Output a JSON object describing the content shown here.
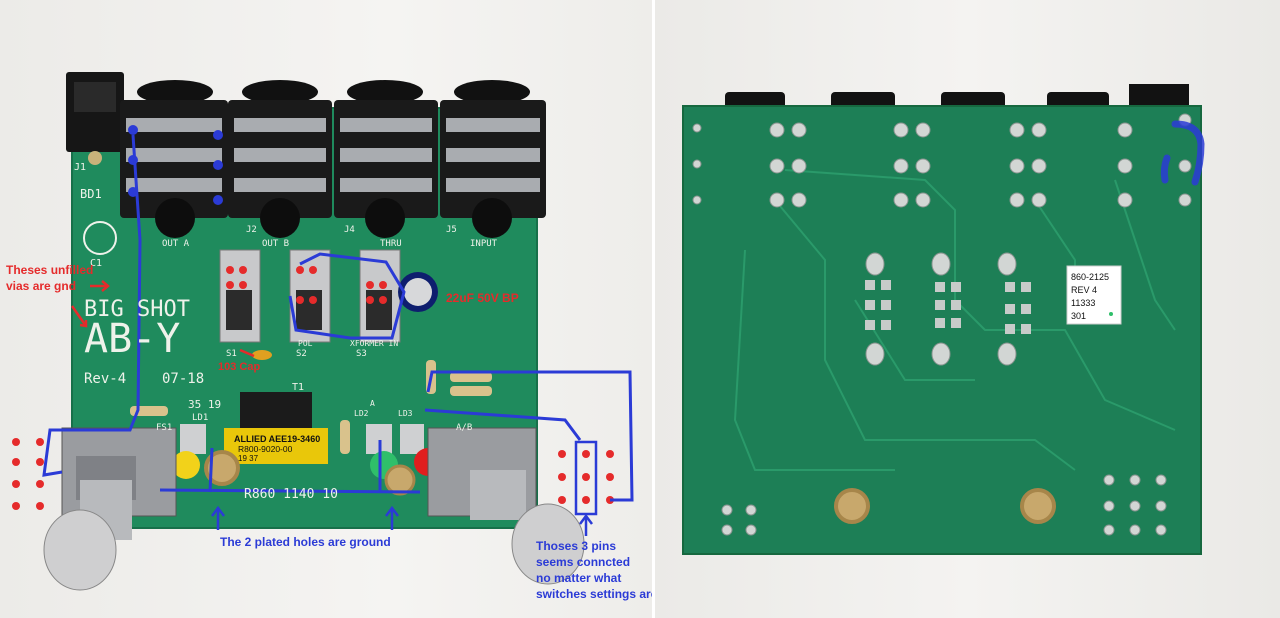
{
  "left": {
    "board": {
      "brand_line1": "BIG SHOT",
      "brand_line2": "AB-Y",
      "revision": "Rev-4",
      "date": "07-18",
      "board_code": "R860 1140 10",
      "small_code": "35 19",
      "labels": {
        "j1": "J1",
        "bd1": "BD1",
        "c1": "C1",
        "j2": "J2",
        "j4": "J4",
        "j5": "J5",
        "out_a": "OUT A",
        "out_b": "OUT B",
        "thru": "THRU",
        "input": "INPUT",
        "s1": "S1",
        "s2": "S2",
        "s3": "S3",
        "pol": "POL",
        "xformer_in": "XFORMER IN",
        "t1": "T1",
        "fs1": "FS1",
        "ld1": "LD1",
        "ld2": "LD2",
        "ld3": "LD3",
        "ab": "A/B",
        "a": "A"
      }
    },
    "transformer": {
      "line1": "ALLIED AEE19-3460",
      "line2": "R800-9020-00",
      "line3": "19 37"
    },
    "annotations": {
      "gnd_vias_line1": "Theses unfilled",
      "gnd_vias_line2": "vias are gnd",
      "cap_note": "22uF 50V BP",
      "cap103": "103 Cap",
      "ground_holes": "The 2 plated holes are ground",
      "pins_line1": "Thoses 3 pins",
      "pins_line2": "seems conncted",
      "pins_line3": "no matter what",
      "pins_line4": "switches settings are"
    },
    "colors": {
      "pcb": "#1e8a5c",
      "annotation_red": "#e52b2b",
      "annotation_blue": "#2b3bd6",
      "led_yellow": "#f2d21a",
      "led_green": "#2fbf6a",
      "led_red": "#e01e1e"
    }
  },
  "right": {
    "sticker": {
      "line1": "860-2125",
      "line2": "REV 4",
      "line3": "11333",
      "line4": "301"
    }
  }
}
